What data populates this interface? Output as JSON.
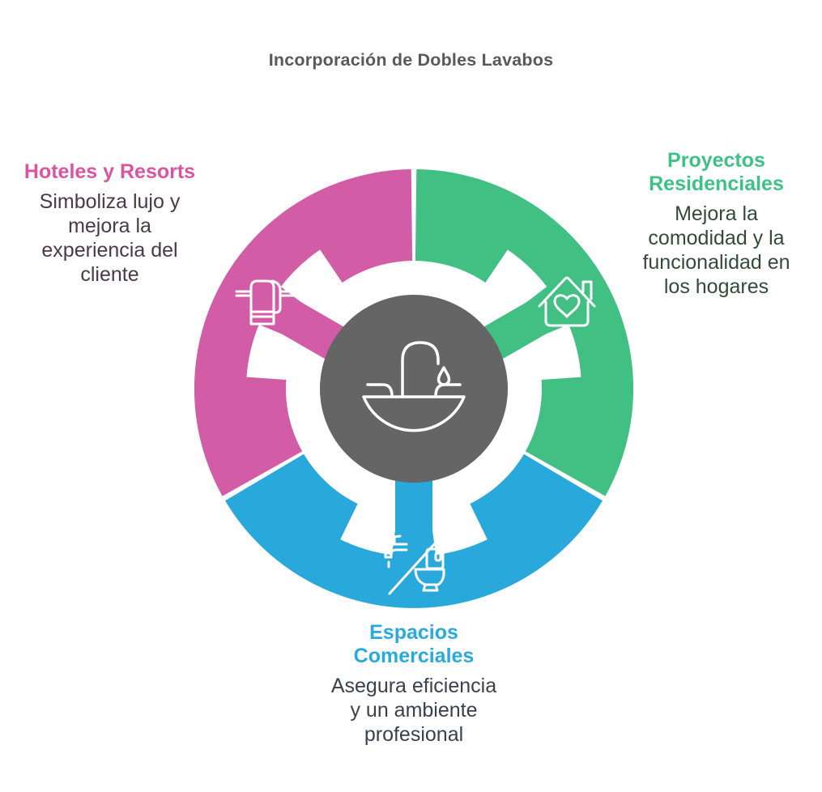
{
  "title": "Incorporación de Dobles Lavabos",
  "colors": {
    "pink": "#d25ca6",
    "green": "#42c083",
    "blue": "#29a8db",
    "gray_circle": "#656565",
    "white": "#ffffff",
    "title_text": "#58595a",
    "pink_label": "#db54a2",
    "green_label": "#3ec185",
    "blue_label": "#29aadd"
  },
  "center": {
    "icon": "sink-faucet-icon"
  },
  "sections": [
    {
      "id": "hoteles",
      "label": "Hoteles y Resorts",
      "description": "Simboliza lujo y\nmejora la\nexperiencia del\ncliente",
      "icon": "towel-icon",
      "color": "#d25ca6"
    },
    {
      "id": "residenciales",
      "label": "Proyectos\nResidenciales",
      "description": "Mejora la\ncomodidad y la\nfuncionalidad en\nlos hogares",
      "icon": "house-heart-icon",
      "color": "#42c083"
    },
    {
      "id": "comerciales",
      "label": "Espacios\nComerciales",
      "description": "Asegura eficiencia\ny un ambiente\nprofesional",
      "icon": "faucet-toilet-icon",
      "color": "#29a8db"
    }
  ]
}
